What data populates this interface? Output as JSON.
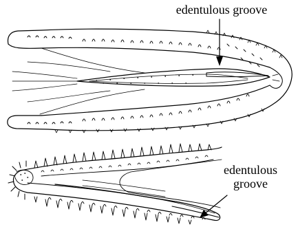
{
  "labels": {
    "top": "edentulous groove",
    "bottom_line1": "edentulous",
    "bottom_line2": "groove"
  },
  "colors": {
    "ink": "#000000",
    "background": "#ffffff"
  }
}
